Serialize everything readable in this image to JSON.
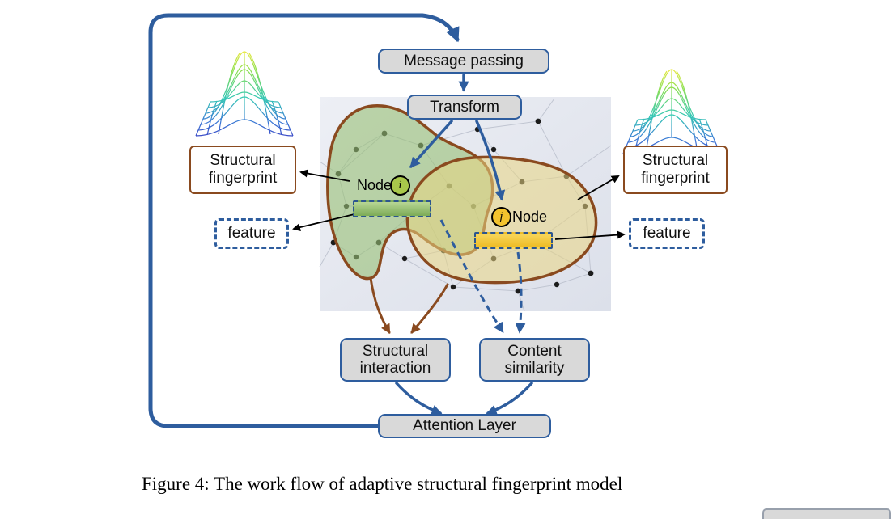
{
  "figure": {
    "caption": "Figure 4: The work flow of adaptive structural fingerprint model"
  },
  "boxes": {
    "message_passing": "Message passing",
    "transform": "Transform",
    "structural_fingerprint_left": "Structural fingerprint",
    "structural_fingerprint_right": "Structural fingerprint",
    "feature_left": "feature",
    "feature_right": "feature",
    "structural_interaction": "Structural interaction",
    "content_similarity": "Content similarity",
    "attention_layer": "Attention Layer"
  },
  "nodes": {
    "i": {
      "label": "Node",
      "symbol": "i"
    },
    "j": {
      "label": "Node",
      "symbol": "j"
    }
  },
  "icons": {
    "mesh_left": "3d-gaussian-wireframe-surface",
    "mesh_right": "3d-gaussian-wireframe-surface"
  },
  "colors": {
    "flow_accent_blue": "#2e5d9e",
    "brown_accent": "#8a4a1f",
    "box_fill_gray": "#d9d9d9",
    "node_i_fill": "#a9c84b",
    "node_j_fill": "#f3c32e",
    "bar_green": "#7cab57",
    "bar_yellow": "#edbb24",
    "network_bg": "#e6e9f0"
  }
}
